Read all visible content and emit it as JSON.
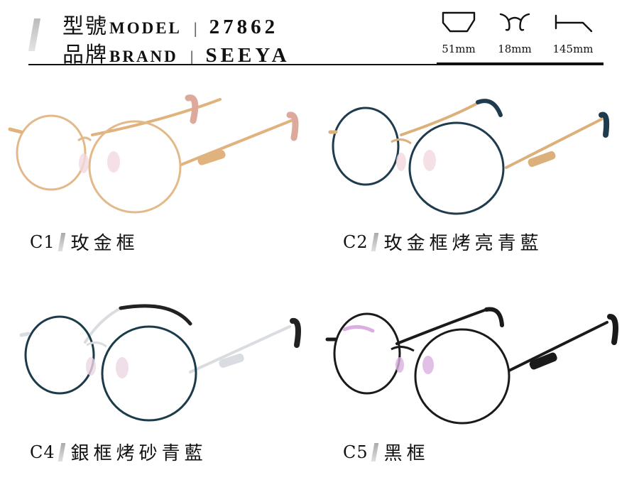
{
  "header": {
    "model_label_cjk": "型號",
    "model_label_en": "MODEL",
    "model_value": "27862",
    "brand_label_cjk": "品牌",
    "brand_label_en": "BRAND",
    "brand_value": "SEEYA",
    "separator": "|"
  },
  "measurements": [
    {
      "icon": "lens-width-icon",
      "value": "51mm"
    },
    {
      "icon": "bridge-width-icon",
      "value": "18mm"
    },
    {
      "icon": "temple-length-icon",
      "value": "145mm"
    }
  ],
  "variants": [
    {
      "code": "C1",
      "name": "玫金框",
      "frame_color": "#e3b98a",
      "temple_color": "#e0b27e",
      "tip_color": "#dca99a",
      "pad_color": "#f2d8e0"
    },
    {
      "code": "C2",
      "name": "玫金框烤亮青藍",
      "frame_color": "#1f3c4f",
      "temple_color": "#dcb07a",
      "tip_color": "#1f3c4f",
      "pad_color": "#f2d8e0"
    },
    {
      "code": "C4",
      "name": "銀框烤砂青藍",
      "frame_color": "#1b3b4a",
      "temple_color": "#d9dde1",
      "tip_color": "#222222",
      "pad_color": "#ecd6e4"
    },
    {
      "code": "C5",
      "name": "黑框",
      "frame_color": "#1a1a1a",
      "temple_color": "#1a1a1a",
      "tip_color": "#1a1a1a",
      "pad_color": "#d9b0e0"
    }
  ]
}
